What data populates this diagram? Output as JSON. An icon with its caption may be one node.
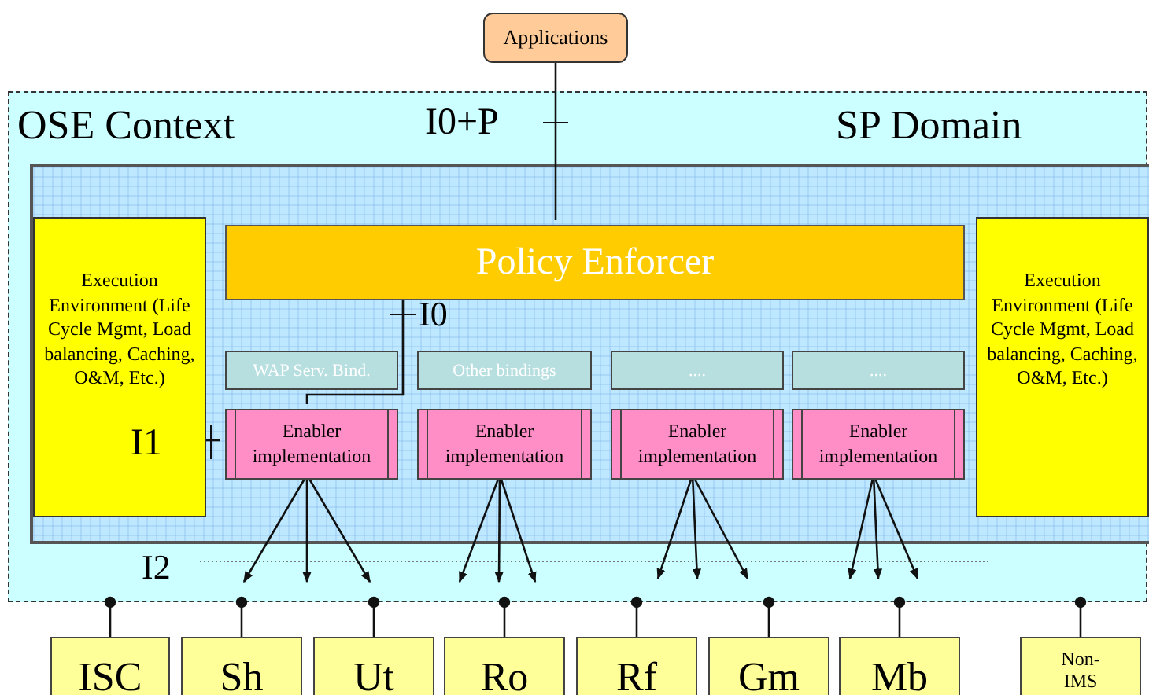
{
  "diagram": {
    "nodes": [
      {
        "text": [
          "Applications"
        ]
      },
      {
        "text": [
          "OSE Context",
          "SP Domain"
        ]
      },
      {
        "text": [],
        "shape": "box",
        "in": 1
      },
      {
        "text": [
          "Execution Environment (Life Cycle Mgmt, Load balancing, Caching, O&M, Etc.)"
        ],
        "in": 2
      },
      {
        "text": [
          "Policy Enforcer"
        ],
        "in": 2
      },
      {
        "text": [
          "WAP Serv. Bind."
        ],
        "in": 2
      },
      {
        "text": [
          "Other bindings"
        ],
        "in": 2
      },
      {
        "text": [
          "...."
        ],
        "in": 2
      },
      {
        "text": [
          "...."
        ],
        "in": 2
      },
      {
        "text": [
          "Enabler implementation"
        ],
        "in": 2
      },
      {
        "text": [
          "Enabler implementation"
        ],
        "in": 2
      },
      {
        "text": [
          "Enabler implementation"
        ],
        "in": 2
      },
      {
        "text": [
          "Enabler implementation"
        ],
        "in": 2
      },
      {
        "text": [
          "Execution Environment (Life Cycle Mgmt, Load balancing, Caching, O&M, Etc.)"
        ],
        "in": 2
      },
      {
        "text": [
          "ISC"
        ]
      },
      {
        "text": [
          "Sh"
        ]
      },
      {
        "text": [
          "Ut"
        ]
      },
      {
        "text": [
          "Ro"
        ]
      },
      {
        "text": [
          "Rf"
        ]
      },
      {
        "text": [
          "Gm"
        ]
      },
      {
        "text": [
          "Mb"
        ]
      },
      {
        "text": [
          "Non-IMS"
        ]
      }
    ],
    "edges": [
      {
        "from": 0,
        "to": 4,
        "arrow": "none"
      },
      {
        "from": 4,
        "to": 9,
        "arrow": "none"
      },
      {
        "from": 3,
        "to": 9,
        "arrow": "none"
      },
      {
        "from": 9,
        "to": null,
        "arrow": "to"
      },
      {
        "from": 9,
        "to": null,
        "arrow": "to"
      },
      {
        "from": 9,
        "to": null,
        "arrow": "to"
      },
      {
        "from": 10,
        "to": null,
        "arrow": "to"
      },
      {
        "from": 10,
        "to": null,
        "arrow": "to"
      },
      {
        "from": 10,
        "to": null,
        "arrow": "to"
      },
      {
        "from": 11,
        "to": null,
        "arrow": "to"
      },
      {
        "from": 11,
        "to": null,
        "arrow": "to"
      },
      {
        "from": 11,
        "to": null,
        "arrow": "to"
      },
      {
        "from": 12,
        "to": null,
        "arrow": "to"
      },
      {
        "from": 12,
        "to": null,
        "arrow": "to"
      },
      {
        "from": 12,
        "to": null,
        "arrow": "to"
      },
      {
        "from": 1,
        "to": 14,
        "arrow": "other"
      },
      {
        "from": 1,
        "to": 15,
        "arrow": "other"
      },
      {
        "from": 1,
        "to": 16,
        "arrow": "other"
      },
      {
        "from": 1,
        "to": 17,
        "arrow": "other"
      },
      {
        "from": 1,
        "to": 18,
        "arrow": "other"
      },
      {
        "from": 1,
        "to": 19,
        "arrow": "other"
      },
      {
        "from": 1,
        "to": 20,
        "arrow": "other"
      },
      {
        "from": 1,
        "to": 21,
        "arrow": "other"
      }
    ],
    "labels": [
      "I0+P",
      "I0",
      "I1",
      "I2"
    ]
  }
}
